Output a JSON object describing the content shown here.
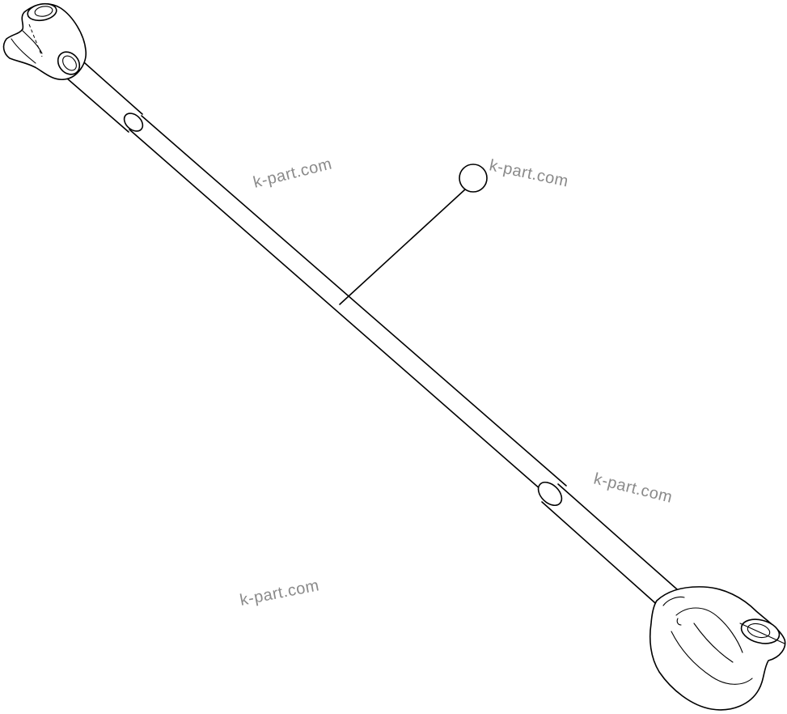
{
  "diagram": {
    "callout": {
      "label": ""
    },
    "watermarks": [
      {
        "text": "k-part.com"
      },
      {
        "text": "k-part.com"
      },
      {
        "text": "k-part.com"
      },
      {
        "text": "k-part.com"
      }
    ],
    "colors": {
      "ink": "#000000",
      "watermark": "#8a8a8a",
      "background": "#ffffff"
    }
  }
}
